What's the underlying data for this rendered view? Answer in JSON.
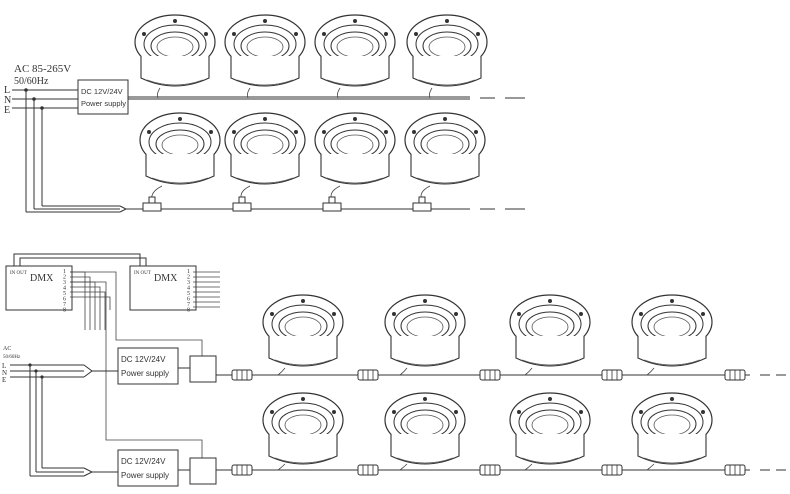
{
  "top_section": {
    "ac_label": "AC 85-265V",
    "freq_label": "50/60Hz",
    "wire_labels": [
      "L",
      "N",
      "E"
    ],
    "psu": {
      "line1": "DC 12V/24V",
      "line2": "Power supply"
    }
  },
  "bottom_section": {
    "ac_label": "AC",
    "freq_label": "50/60Hz",
    "wire_labels": [
      "L",
      "N",
      "E"
    ],
    "dmx_title": "DMX",
    "dmx_sub": "IN OUT",
    "dmx_channels": [
      "1",
      "2",
      "3",
      "4",
      "5",
      "6",
      "7",
      "8"
    ],
    "psu": {
      "line1": "DC 12V/24V",
      "line2": "Power supply"
    }
  },
  "colors": {
    "line": "#333333",
    "fill": "#ffffff"
  }
}
